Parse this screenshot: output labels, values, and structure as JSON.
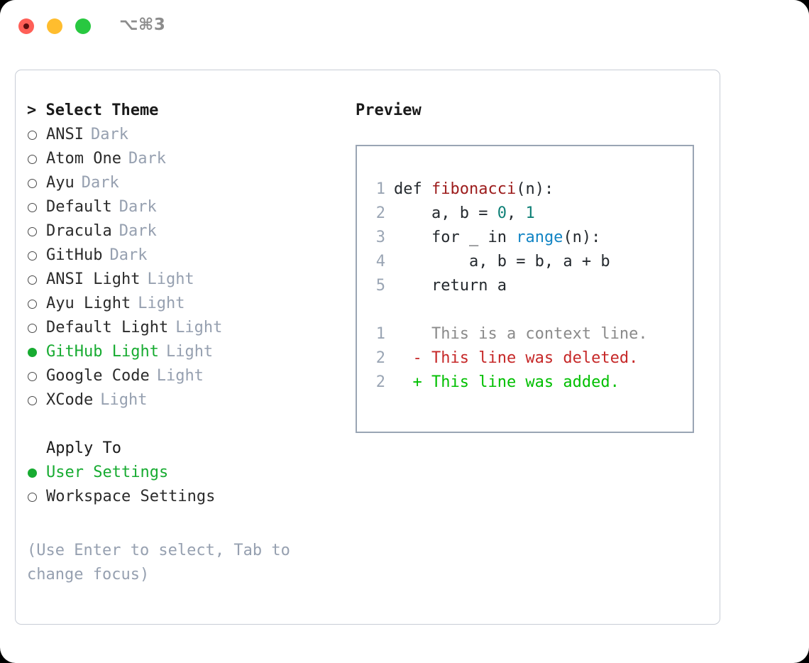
{
  "titlebar": {
    "shortcut": "⌥⌘3",
    "buttons": [
      {
        "name": "close",
        "color": "#FF5F57"
      },
      {
        "name": "minimize",
        "color": "#FFBD2E"
      },
      {
        "name": "maximize",
        "color": "#28C840"
      }
    ]
  },
  "theme_picker": {
    "header": "> Select Theme",
    "items": [
      {
        "marker": "○",
        "label": "ANSI",
        "tag": "Dark",
        "selected": false
      },
      {
        "marker": "○",
        "label": "Atom One",
        "tag": "Dark",
        "selected": false
      },
      {
        "marker": "○",
        "label": "Ayu",
        "tag": "Dark",
        "selected": false
      },
      {
        "marker": "○",
        "label": "Default",
        "tag": "Dark",
        "selected": false
      },
      {
        "marker": "○",
        "label": "Dracula",
        "tag": "Dark",
        "selected": false
      },
      {
        "marker": "○",
        "label": "GitHub",
        "tag": "Dark",
        "selected": false
      },
      {
        "marker": "○",
        "label": "ANSI Light",
        "tag": "Light",
        "selected": false
      },
      {
        "marker": "○",
        "label": "Ayu Light",
        "tag": "Light",
        "selected": false
      },
      {
        "marker": "○",
        "label": "Default Light",
        "tag": "Light",
        "selected": false
      },
      {
        "marker": "●",
        "label": "GitHub Light",
        "tag": "Light",
        "selected": true
      },
      {
        "marker": "○",
        "label": "Google Code",
        "tag": "Light",
        "selected": false
      },
      {
        "marker": "○",
        "label": "XCode",
        "tag": "Light",
        "selected": false
      }
    ]
  },
  "apply_to": {
    "header": "Apply To",
    "items": [
      {
        "marker": "●",
        "label": "User Settings",
        "selected": true
      },
      {
        "marker": "○",
        "label": "Workspace Settings",
        "selected": false
      }
    ]
  },
  "hint": "(Use Enter to select, Tab to change focus)",
  "preview": {
    "title": "Preview",
    "code_lines": [
      {
        "no": "1",
        "indent": "",
        "segments": [
          {
            "text": "def ",
            "kind": "plain"
          },
          {
            "text": "fibonacci",
            "kind": "function"
          },
          {
            "text": "(n):",
            "kind": "plain"
          }
        ]
      },
      {
        "no": "2",
        "indent": "    ",
        "segments": [
          {
            "text": "a, b = ",
            "kind": "plain"
          },
          {
            "text": "0",
            "kind": "number"
          },
          {
            "text": ", ",
            "kind": "plain"
          },
          {
            "text": "1",
            "kind": "number"
          }
        ]
      },
      {
        "no": "3",
        "indent": "    ",
        "segments": [
          {
            "text": "for _ in ",
            "kind": "plain"
          },
          {
            "text": "range",
            "kind": "builtin"
          },
          {
            "text": "(n):",
            "kind": "plain"
          }
        ]
      },
      {
        "no": "4",
        "indent": "        ",
        "segments": [
          {
            "text": "a, b = b, a + b",
            "kind": "plain"
          }
        ]
      },
      {
        "no": "5",
        "indent": "    ",
        "segments": [
          {
            "text": "return a",
            "kind": "plain"
          }
        ]
      }
    ],
    "diff_lines": [
      {
        "no": "1",
        "sign": " ",
        "text": "This is a context line.",
        "kind": "context"
      },
      {
        "no": "2",
        "sign": "-",
        "text": "This line was deleted.",
        "kind": "deleted"
      },
      {
        "no": "2",
        "sign": "+",
        "text": "This line was added.",
        "kind": "added"
      }
    ]
  },
  "colors": {
    "accent_green": "#17ab31",
    "muted_gray": "#96a0b0",
    "text": "#2b2b2b",
    "diff_deleted": "#c62828",
    "diff_added": "#00bf00",
    "syntax_function": "#9c1b1b",
    "syntax_number": "#0f8077",
    "syntax_builtin": "#1184c4",
    "panel_border": "#9aa5b4"
  }
}
